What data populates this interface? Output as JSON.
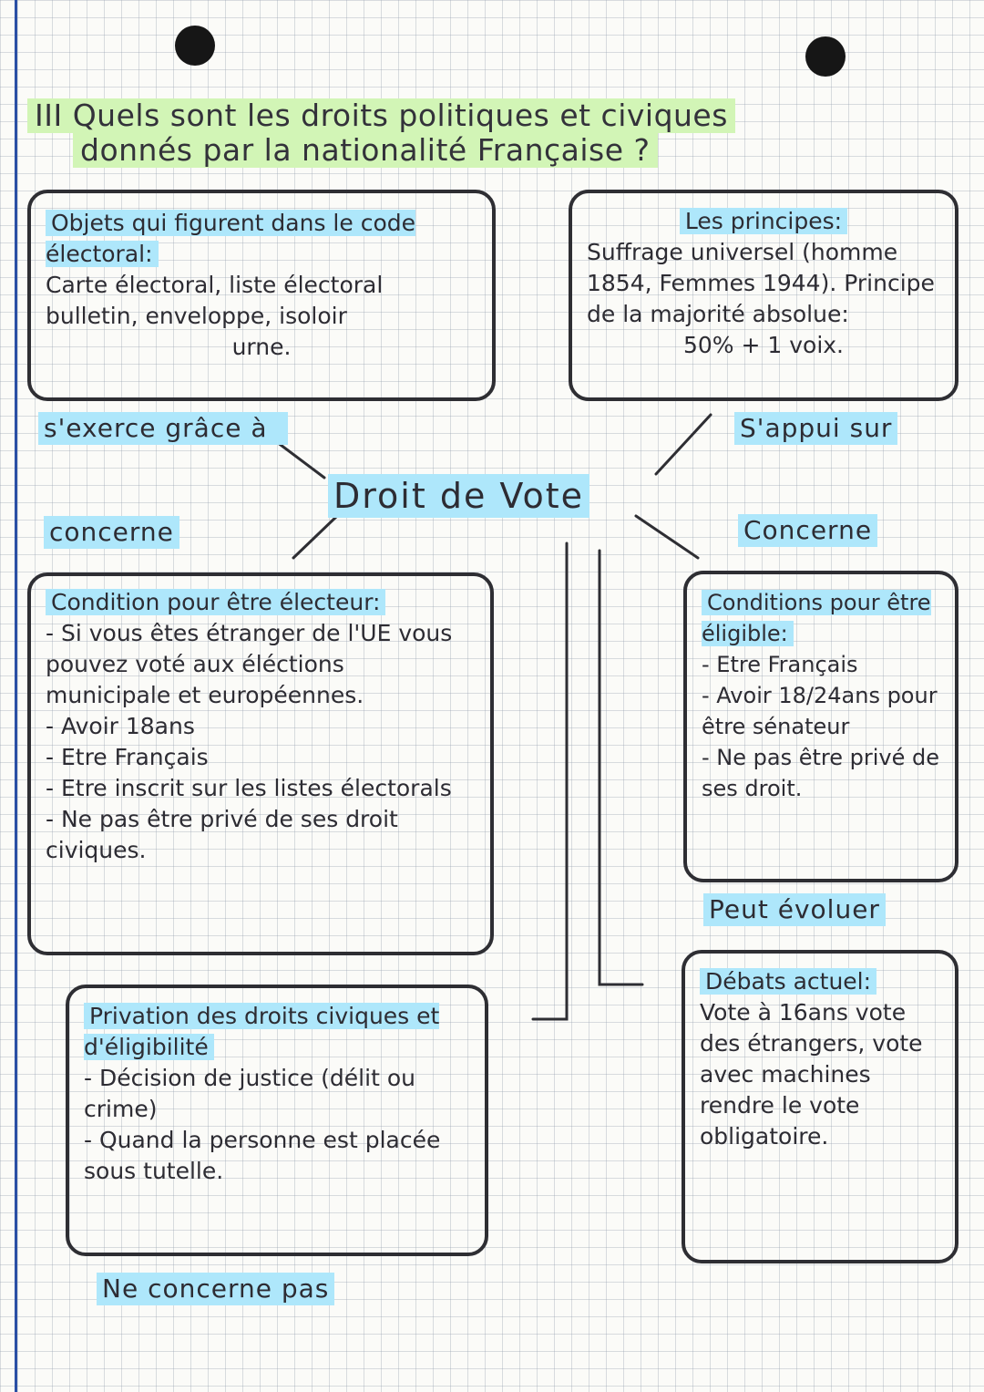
{
  "title": {
    "number": "III",
    "line1": "Quels sont les droits politiques et civiques",
    "line2": "donnés par la nationalité Française ?"
  },
  "center": "Droit de Vote",
  "links": {
    "exerce": "s'exerce grâce à",
    "concerne_left": "concerne",
    "appuie": "S'appui sur",
    "concerne_right": "Concerne",
    "evoluer": "Peut évoluer",
    "ne_concerne": "Ne concerne pas"
  },
  "objets": {
    "heading": "Objets qui figurent dans le code électoral:",
    "body": "Carte électoral, liste électoral bulletin, enveloppe, isoloir",
    "last": "urne."
  },
  "principes": {
    "heading": "Les principes:",
    "body": "Suffrage universel (homme 1854, Femmes 1944). Principe de la majorité absolue:",
    "last": "50% + 1 voix."
  },
  "condition_electeur": {
    "heading": "Condition pour être électeur:",
    "items": [
      "Si vous êtes étranger de l'UE vous pouvez voté aux éléctions municipale et européennes.",
      "Avoir 18ans",
      "Etre Français",
      "Etre inscrit sur les listes électorals",
      "Ne pas être privé de ses droit civiques."
    ]
  },
  "conditions_eligible": {
    "heading": "Conditions pour être éligible:",
    "items": [
      "Etre Français",
      "Avoir 18/24ans pour être sénateur",
      "Ne pas être privé de ses droit."
    ]
  },
  "privation": {
    "heading": "Privation des droits civiques et d'éligibilité",
    "items": [
      "Décision de justice (délit ou crime)",
      "Quand la personne est placée sous tutelle."
    ]
  },
  "debats": {
    "heading": "Débats actuel:",
    "body": "Vote à 16ans vote des étrangers, vote avec machines rendre le vote obligatoire."
  }
}
